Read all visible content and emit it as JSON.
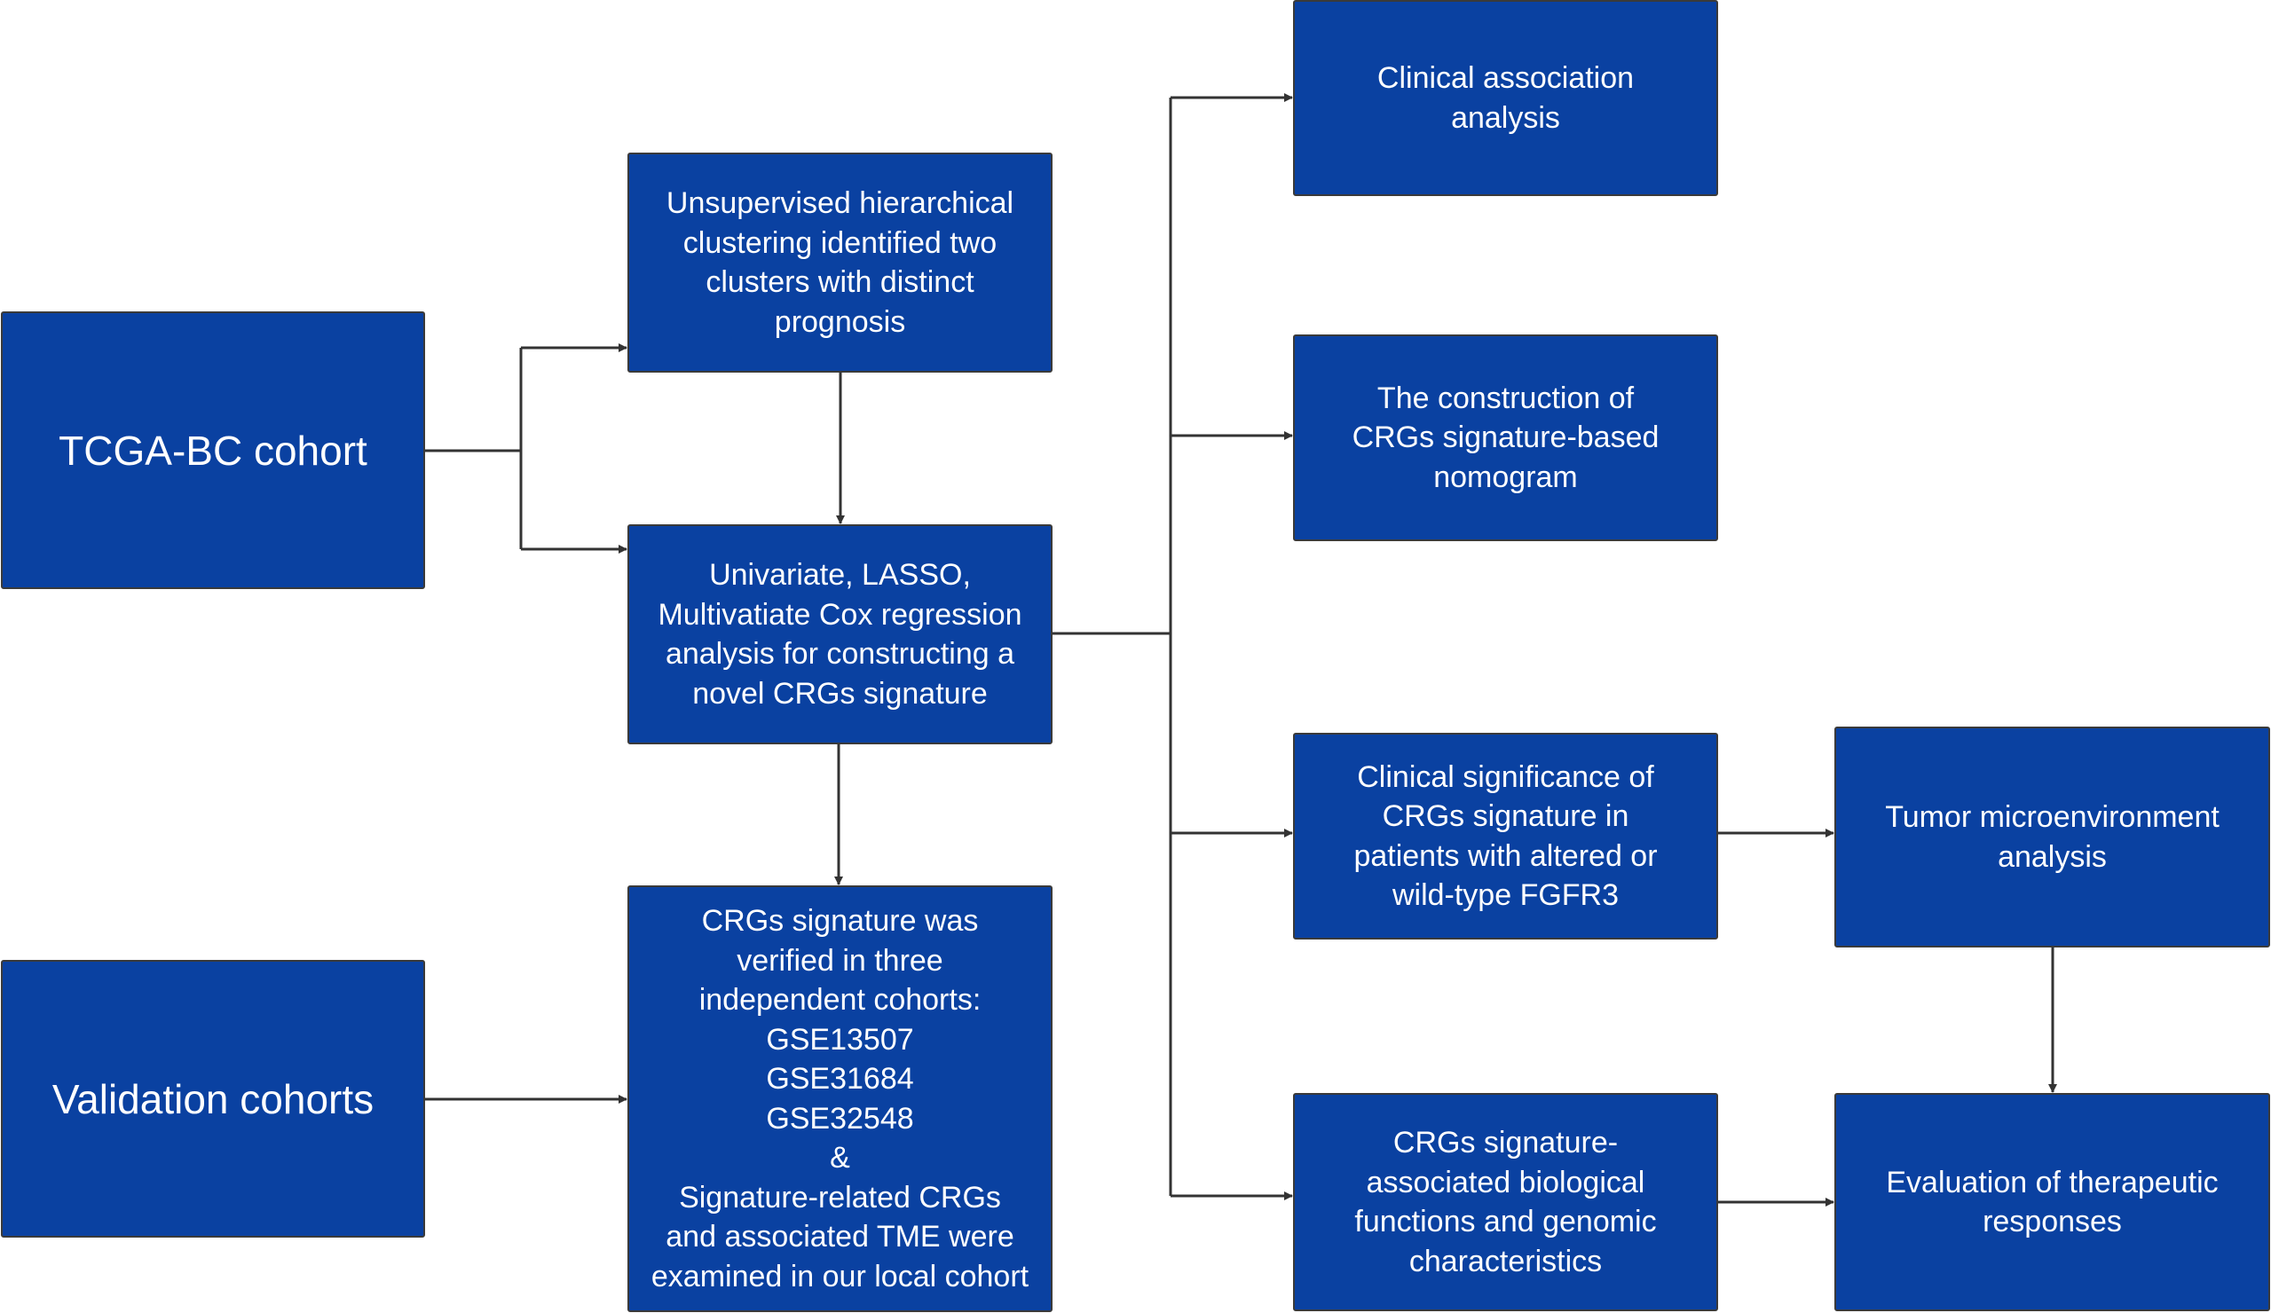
{
  "colors": {
    "box_fill": "#0a41a1",
    "box_text": "#ffffff",
    "connector": "#333333"
  },
  "nodes": {
    "tcga": {
      "lines": [
        "TCGA-BC cohort"
      ]
    },
    "validation": {
      "lines": [
        "Validation cohorts"
      ]
    },
    "cluster": {
      "lines": [
        "Unsupervised hierarchical",
        "clustering identified two",
        "clusters with distinct",
        "prognosis"
      ]
    },
    "cox": {
      "lines": [
        "Univariate, LASSO,",
        "Multivatiate Cox regression",
        "analysis for constructing a",
        "novel CRGs signature"
      ]
    },
    "verify": {
      "lines": [
        "CRGs signature was",
        "verified in three",
        "independent cohorts:",
        "GSE13507",
        "GSE31684",
        "GSE32548",
        "&",
        "Signature-related CRGs",
        "and associated TME were",
        "examined in our local cohort"
      ]
    },
    "clinical": {
      "lines": [
        "Clinical association",
        "analysis"
      ]
    },
    "nomogram": {
      "lines": [
        "The construction of",
        "CRGs signature-based",
        "nomogram"
      ]
    },
    "fgfr3": {
      "lines": [
        "Clinical significance of",
        "CRGs signature in",
        "patients with altered or",
        "wild-type FGFR3"
      ]
    },
    "bio": {
      "lines": [
        "CRGs signature-",
        "associated biological",
        "functions and genomic",
        "characteristics"
      ]
    },
    "tme": {
      "lines": [
        "Tumor microenvironment",
        "analysis"
      ]
    },
    "therapy": {
      "lines": [
        "Evaluation of therapeutic",
        "responses"
      ]
    }
  }
}
